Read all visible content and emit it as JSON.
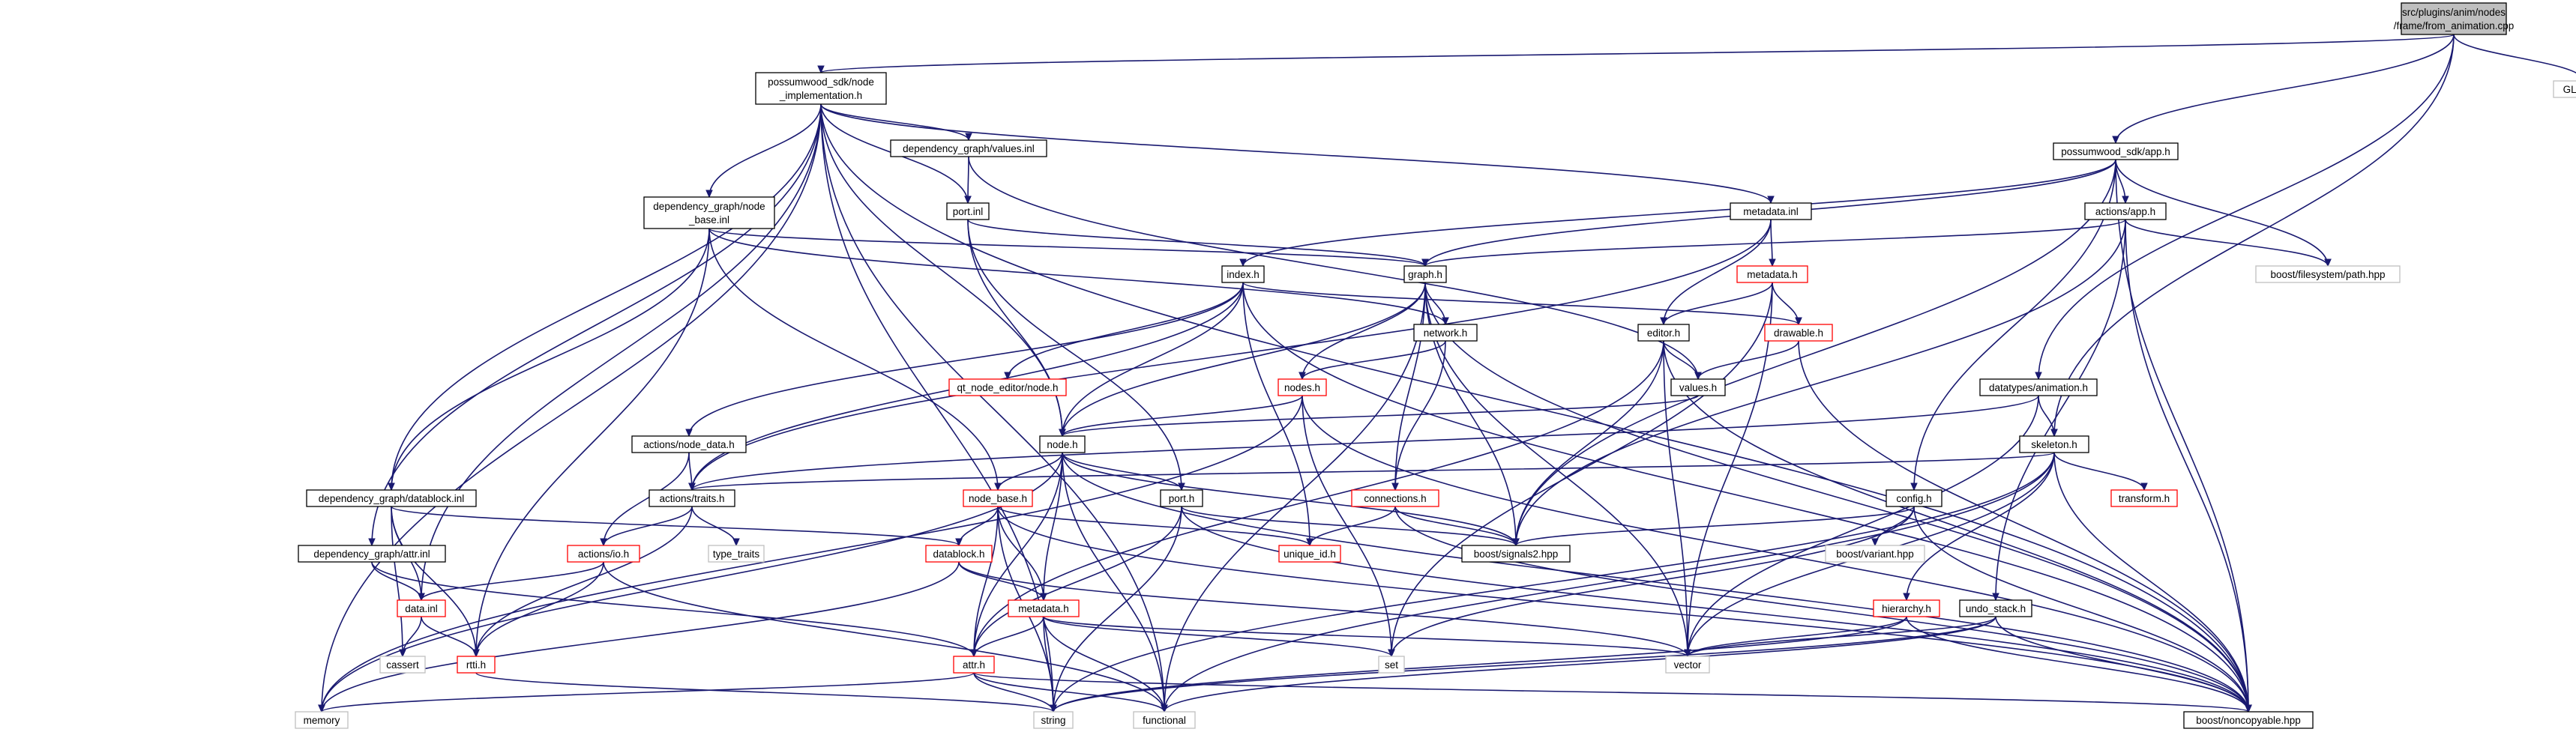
{
  "diagram": {
    "colors": {
      "edge": "#191970",
      "documented_border": "#000000",
      "external_border": "#bfbfbf",
      "undocumented_border": "#ff0000",
      "root_fill": "#bfbfbf",
      "node_fill": "#ffffff"
    },
    "nodes": [
      {
        "id": "from_animation",
        "lines": [
          "src/plugins/anim/nodes",
          "/frame/from_animation.cpp"
        ],
        "kind": "root"
      },
      {
        "id": "node_implementation",
        "lines": [
          "possumwood_sdk/node",
          "_implementation.h"
        ],
        "kind": "doc"
      },
      {
        "id": "glut",
        "lines": [
          "GL/glut.h"
        ],
        "kind": "ext"
      },
      {
        "id": "app_h",
        "lines": [
          "possumwood_sdk/app.h"
        ],
        "kind": "doc"
      },
      {
        "id": "values_inl",
        "lines": [
          "dependency_graph/values.inl"
        ],
        "kind": "doc"
      },
      {
        "id": "port_inl",
        "lines": [
          "port.inl"
        ],
        "kind": "doc"
      },
      {
        "id": "node_base_inl",
        "lines": [
          "dependency_graph/node",
          "_base.inl"
        ],
        "kind": "doc"
      },
      {
        "id": "metadata_inl",
        "lines": [
          "metadata.inl"
        ],
        "kind": "doc"
      },
      {
        "id": "actions_app",
        "lines": [
          "actions/app.h"
        ],
        "kind": "doc"
      },
      {
        "id": "filesystem",
        "lines": [
          "boost/filesystem/path.hpp"
        ],
        "kind": "ext"
      },
      {
        "id": "index_h",
        "lines": [
          "index.h"
        ],
        "kind": "doc"
      },
      {
        "id": "graph_h",
        "lines": [
          "graph.h"
        ],
        "kind": "doc"
      },
      {
        "id": "metadata_h",
        "lines": [
          "metadata.h"
        ],
        "kind": "red"
      },
      {
        "id": "network_h",
        "lines": [
          "network.h"
        ],
        "kind": "doc"
      },
      {
        "id": "editor_h",
        "lines": [
          "editor.h"
        ],
        "kind": "doc"
      },
      {
        "id": "drawable_h",
        "lines": [
          "drawable.h"
        ],
        "kind": "red"
      },
      {
        "id": "qt_node",
        "lines": [
          "qt_node_editor/node.h"
        ],
        "kind": "red"
      },
      {
        "id": "nodes_h",
        "lines": [
          "nodes.h"
        ],
        "kind": "red"
      },
      {
        "id": "values_h",
        "lines": [
          "values.h"
        ],
        "kind": "doc"
      },
      {
        "id": "animation_h",
        "lines": [
          "datatypes/animation.h"
        ],
        "kind": "doc"
      },
      {
        "id": "actions_node_data",
        "lines": [
          "actions/node_data.h"
        ],
        "kind": "doc"
      },
      {
        "id": "node_h",
        "lines": [
          "node.h"
        ],
        "kind": "doc"
      },
      {
        "id": "skeleton_h",
        "lines": [
          "skeleton.h"
        ],
        "kind": "doc"
      },
      {
        "id": "datablock_inl",
        "lines": [
          "dependency_graph/datablock.inl"
        ],
        "kind": "doc"
      },
      {
        "id": "actions_traits",
        "lines": [
          "actions/traits.h"
        ],
        "kind": "doc"
      },
      {
        "id": "node_base_h",
        "lines": [
          "node_base.h"
        ],
        "kind": "red"
      },
      {
        "id": "port_h",
        "lines": [
          "port.h"
        ],
        "kind": "doc"
      },
      {
        "id": "connections_h",
        "lines": [
          "connections.h"
        ],
        "kind": "red"
      },
      {
        "id": "transform_h",
        "lines": [
          "transform.h"
        ],
        "kind": "red"
      },
      {
        "id": "config_h",
        "lines": [
          "config.h"
        ],
        "kind": "doc"
      },
      {
        "id": "attr_inl",
        "lines": [
          "dependency_graph/attr.inl"
        ],
        "kind": "doc"
      },
      {
        "id": "type_traits",
        "lines": [
          "type_traits"
        ],
        "kind": "ext"
      },
      {
        "id": "signals2",
        "lines": [
          "boost/signals2.hpp"
        ],
        "kind": "doc"
      },
      {
        "id": "actions_io",
        "lines": [
          "actions/io.h"
        ],
        "kind": "red"
      },
      {
        "id": "datablock_h",
        "lines": [
          "datablock.h"
        ],
        "kind": "red"
      },
      {
        "id": "unique_id",
        "lines": [
          "unique_id.h"
        ],
        "kind": "red"
      },
      {
        "id": "variant",
        "lines": [
          "boost/variant.hpp"
        ],
        "kind": "ext"
      },
      {
        "id": "data_inl",
        "lines": [
          "data.inl"
        ],
        "kind": "red"
      },
      {
        "id": "metadata_h2",
        "lines": [
          "metadata.h"
        ],
        "kind": "red"
      },
      {
        "id": "hierarchy_h",
        "lines": [
          "hierarchy.h"
        ],
        "kind": "red"
      },
      {
        "id": "undo_stack",
        "lines": [
          "undo_stack.h"
        ],
        "kind": "doc"
      },
      {
        "id": "cassert",
        "lines": [
          "cassert"
        ],
        "kind": "ext"
      },
      {
        "id": "rtti_h",
        "lines": [
          "rtti.h"
        ],
        "kind": "red"
      },
      {
        "id": "attr_h",
        "lines": [
          "attr.h"
        ],
        "kind": "red"
      },
      {
        "id": "set",
        "lines": [
          "set"
        ],
        "kind": "ext"
      },
      {
        "id": "vector",
        "lines": [
          "vector"
        ],
        "kind": "ext"
      },
      {
        "id": "memory",
        "lines": [
          "memory"
        ],
        "kind": "ext"
      },
      {
        "id": "string",
        "lines": [
          "string"
        ],
        "kind": "ext"
      },
      {
        "id": "functional",
        "lines": [
          "functional"
        ],
        "kind": "ext"
      },
      {
        "id": "noncopyable",
        "lines": [
          "boost/noncopyable.hpp"
        ],
        "kind": "doc"
      }
    ],
    "edges": [
      [
        "from_animation",
        "node_implementation"
      ],
      [
        "from_animation",
        "glut"
      ],
      [
        "from_animation",
        "app_h"
      ],
      [
        "from_animation",
        "animation_h"
      ],
      [
        "from_animation",
        "skeleton_h"
      ],
      [
        "node_implementation",
        "values_inl"
      ],
      [
        "node_implementation",
        "port_inl"
      ],
      [
        "node_implementation",
        "node_base_inl"
      ],
      [
        "node_implementation",
        "metadata_inl"
      ],
      [
        "node_implementation",
        "node_h"
      ],
      [
        "node_implementation",
        "datablock_inl"
      ],
      [
        "node_implementation",
        "attr_inl"
      ],
      [
        "node_implementation",
        "data_inl"
      ],
      [
        "node_implementation",
        "memory"
      ],
      [
        "node_implementation",
        "string"
      ],
      [
        "node_implementation",
        "functional"
      ],
      [
        "node_implementation",
        "noncopyable"
      ],
      [
        "values_inl",
        "port_inl"
      ],
      [
        "values_inl",
        "values_h"
      ],
      [
        "port_inl",
        "graph_h"
      ],
      [
        "port_inl",
        "node_h"
      ],
      [
        "port_inl",
        "port_h"
      ],
      [
        "node_base_inl",
        "graph_h"
      ],
      [
        "node_base_inl",
        "network_h"
      ],
      [
        "node_base_inl",
        "datablock_inl"
      ],
      [
        "node_base_inl",
        "node_base_h"
      ],
      [
        "node_base_inl",
        "rtti_h"
      ],
      [
        "metadata_inl",
        "metadata_h"
      ],
      [
        "metadata_inl",
        "editor_h"
      ],
      [
        "metadata_inl",
        "actions_traits"
      ],
      [
        "app_h",
        "actions_app"
      ],
      [
        "app_h",
        "filesystem"
      ],
      [
        "app_h",
        "index_h"
      ],
      [
        "app_h",
        "graph_h"
      ],
      [
        "app_h",
        "config_h"
      ],
      [
        "app_h",
        "signals2"
      ],
      [
        "app_h",
        "noncopyable"
      ],
      [
        "actions_app",
        "graph_h"
      ],
      [
        "actions_app",
        "filesystem"
      ],
      [
        "actions_app",
        "signals2"
      ],
      [
        "actions_app",
        "undo_stack"
      ],
      [
        "actions_app",
        "noncopyable"
      ],
      [
        "index_h",
        "drawable_h"
      ],
      [
        "index_h",
        "qt_node"
      ],
      [
        "index_h",
        "node_h"
      ],
      [
        "index_h",
        "actions_node_data"
      ],
      [
        "index_h",
        "unique_id"
      ],
      [
        "index_h",
        "actions_traits"
      ],
      [
        "index_h",
        "noncopyable"
      ],
      [
        "graph_h",
        "network_h"
      ],
      [
        "graph_h",
        "nodes_h"
      ],
      [
        "graph_h",
        "node_h"
      ],
      [
        "graph_h",
        "connections_h"
      ],
      [
        "graph_h",
        "signals2"
      ],
      [
        "graph_h",
        "vector"
      ],
      [
        "graph_h",
        "functional"
      ],
      [
        "graph_h",
        "noncopyable"
      ],
      [
        "metadata_h",
        "editor_h"
      ],
      [
        "metadata_h",
        "drawable_h"
      ],
      [
        "metadata_h",
        "vector"
      ],
      [
        "metadata_h",
        "set"
      ],
      [
        "network_h",
        "nodes_h"
      ],
      [
        "network_h",
        "connections_h"
      ],
      [
        "editor_h",
        "values_h"
      ],
      [
        "editor_h",
        "signals2"
      ],
      [
        "editor_h",
        "attr_h"
      ],
      [
        "editor_h",
        "vector"
      ],
      [
        "editor_h",
        "noncopyable"
      ],
      [
        "drawable_h",
        "values_h"
      ],
      [
        "drawable_h",
        "noncopyable"
      ],
      [
        "nodes_h",
        "node_h"
      ],
      [
        "nodes_h",
        "set"
      ],
      [
        "nodes_h",
        "noncopyable"
      ],
      [
        "nodes_h",
        "memory"
      ],
      [
        "values_h",
        "node_h"
      ],
      [
        "animation_h",
        "skeleton_h"
      ],
      [
        "animation_h",
        "vector"
      ],
      [
        "animation_h",
        "actions_traits"
      ],
      [
        "actions_node_data",
        "actions_traits"
      ],
      [
        "actions_node_data",
        "actions_io"
      ],
      [
        "node_h",
        "node_base_h"
      ],
      [
        "node_h",
        "port_h"
      ],
      [
        "node_h",
        "metadata_h2"
      ],
      [
        "node_h",
        "signals2"
      ],
      [
        "node_h",
        "functional"
      ],
      [
        "node_h",
        "memory"
      ],
      [
        "node_h",
        "noncopyable"
      ],
      [
        "node_h",
        "attr_h"
      ],
      [
        "skeleton_h",
        "transform_h"
      ],
      [
        "skeleton_h",
        "hierarchy_h"
      ],
      [
        "skeleton_h",
        "actions_traits"
      ],
      [
        "skeleton_h",
        "vector"
      ],
      [
        "skeleton_h",
        "string"
      ],
      [
        "skeleton_h",
        "functional"
      ],
      [
        "skeleton_h",
        "noncopyable"
      ],
      [
        "datablock_inl",
        "datablock_h"
      ],
      [
        "datablock_inl",
        "data_inl"
      ],
      [
        "datablock_inl",
        "rtti_h"
      ],
      [
        "datablock_inl",
        "cassert"
      ],
      [
        "actions_traits",
        "actions_io"
      ],
      [
        "actions_traits",
        "type_traits"
      ],
      [
        "actions_traits",
        "rtti_h"
      ],
      [
        "node_base_h",
        "datablock_h"
      ],
      [
        "node_base_h",
        "metadata_h2"
      ],
      [
        "node_base_h",
        "attr_h"
      ],
      [
        "node_base_h",
        "unique_id"
      ],
      [
        "node_base_h",
        "string"
      ],
      [
        "node_base_h",
        "noncopyable"
      ],
      [
        "port_h",
        "attr_h"
      ],
      [
        "port_h",
        "signals2"
      ],
      [
        "port_h",
        "string"
      ],
      [
        "port_h",
        "noncopyable"
      ],
      [
        "connections_h",
        "unique_id"
      ],
      [
        "connections_h",
        "signals2"
      ],
      [
        "connections_h",
        "noncopyable"
      ],
      [
        "config_h",
        "signals2"
      ],
      [
        "config_h",
        "variant"
      ],
      [
        "config_h",
        "set"
      ],
      [
        "config_h",
        "noncopyable"
      ],
      [
        "attr_inl",
        "data_inl"
      ],
      [
        "attr_inl",
        "attr_h"
      ],
      [
        "actions_io",
        "data_inl"
      ],
      [
        "actions_io",
        "rtti_h"
      ],
      [
        "actions_io",
        "functional"
      ],
      [
        "datablock_h",
        "metadata_h2"
      ],
      [
        "datablock_h",
        "memory"
      ],
      [
        "datablock_h",
        "vector"
      ],
      [
        "data_inl",
        "rtti_h"
      ],
      [
        "data_inl",
        "cassert"
      ],
      [
        "metadata_h2",
        "attr_h"
      ],
      [
        "metadata_h2",
        "vector"
      ],
      [
        "metadata_h2",
        "set"
      ],
      [
        "metadata_h2",
        "string"
      ],
      [
        "metadata_h2",
        "functional"
      ],
      [
        "hierarchy_h",
        "vector"
      ],
      [
        "hierarchy_h",
        "string"
      ],
      [
        "hierarchy_h",
        "noncopyable"
      ],
      [
        "undo_stack",
        "vector"
      ],
      [
        "undo_stack",
        "string"
      ],
      [
        "undo_stack",
        "functional"
      ],
      [
        "undo_stack",
        "noncopyable"
      ],
      [
        "rtti_h",
        "string"
      ],
      [
        "attr_h",
        "string"
      ],
      [
        "attr_h",
        "memory"
      ],
      [
        "attr_h",
        "functional"
      ],
      [
        "attr_h",
        "noncopyable"
      ]
    ]
  }
}
